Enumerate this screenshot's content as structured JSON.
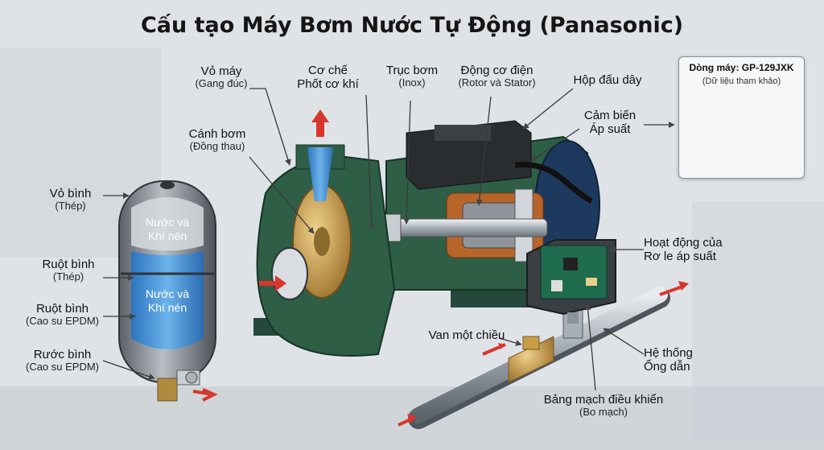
{
  "title": "Cấu tạo Máy Bơm Nước Tự Động (Panasonic)",
  "labels": {
    "vo_may": {
      "title": "Vỏ máy",
      "sub": "(Gang đúc)"
    },
    "co_che": {
      "title": "Cơ chế",
      "sub": "Phốt cơ khí"
    },
    "truc_bom": {
      "title": "Trục bơm",
      "sub": "(Inox)"
    },
    "dong_co": {
      "title": "Động cơ điện",
      "sub": "(Rotor và Stator)"
    },
    "hop_dau_day": {
      "title": "Hộp đấu dây"
    },
    "cam_bien": {
      "title": "Cảm biến",
      "sub": "Áp suất"
    },
    "canh_bom": {
      "title": "Cánh bơm",
      "sub": "(Đồng thau)"
    },
    "vo_binh": {
      "title": "Vỏ bình",
      "sub": "(Thép)"
    },
    "ruot_binh_1": {
      "title": "Ruột bình",
      "sub": "(Thép)"
    },
    "ruot_binh_2": {
      "title": "Ruột bình",
      "sub": "(Cao su EPDM)"
    },
    "ruoc_binh": {
      "title": "Rước bình",
      "sub": "(Cao su EPDM)"
    },
    "ro_le": {
      "title": "Hoạt động của",
      "sub": "Rơ le áp suất"
    },
    "van": {
      "title": "Van một chiều"
    },
    "he_thong": {
      "title": "Hệ thống",
      "sub": "Ống dẫn"
    },
    "bang_mach": {
      "title": "Bảng mạch điều khiển",
      "sub": "(Bo mạch)"
    }
  },
  "tank": {
    "upper_text": [
      "Nước và",
      "Khí nén"
    ],
    "lower_text": [
      "Nước và",
      "Khí nén"
    ]
  },
  "model_card": {
    "title": "Dòng máy: GP-129JXK",
    "subtitle": "(Dữ liệu tham khảo)"
  },
  "colors": {
    "pump_green": "#2e5e46",
    "water_blue": "#3f8fd4",
    "arrow_red": "#d8362c",
    "brass": "#c49a48"
  }
}
